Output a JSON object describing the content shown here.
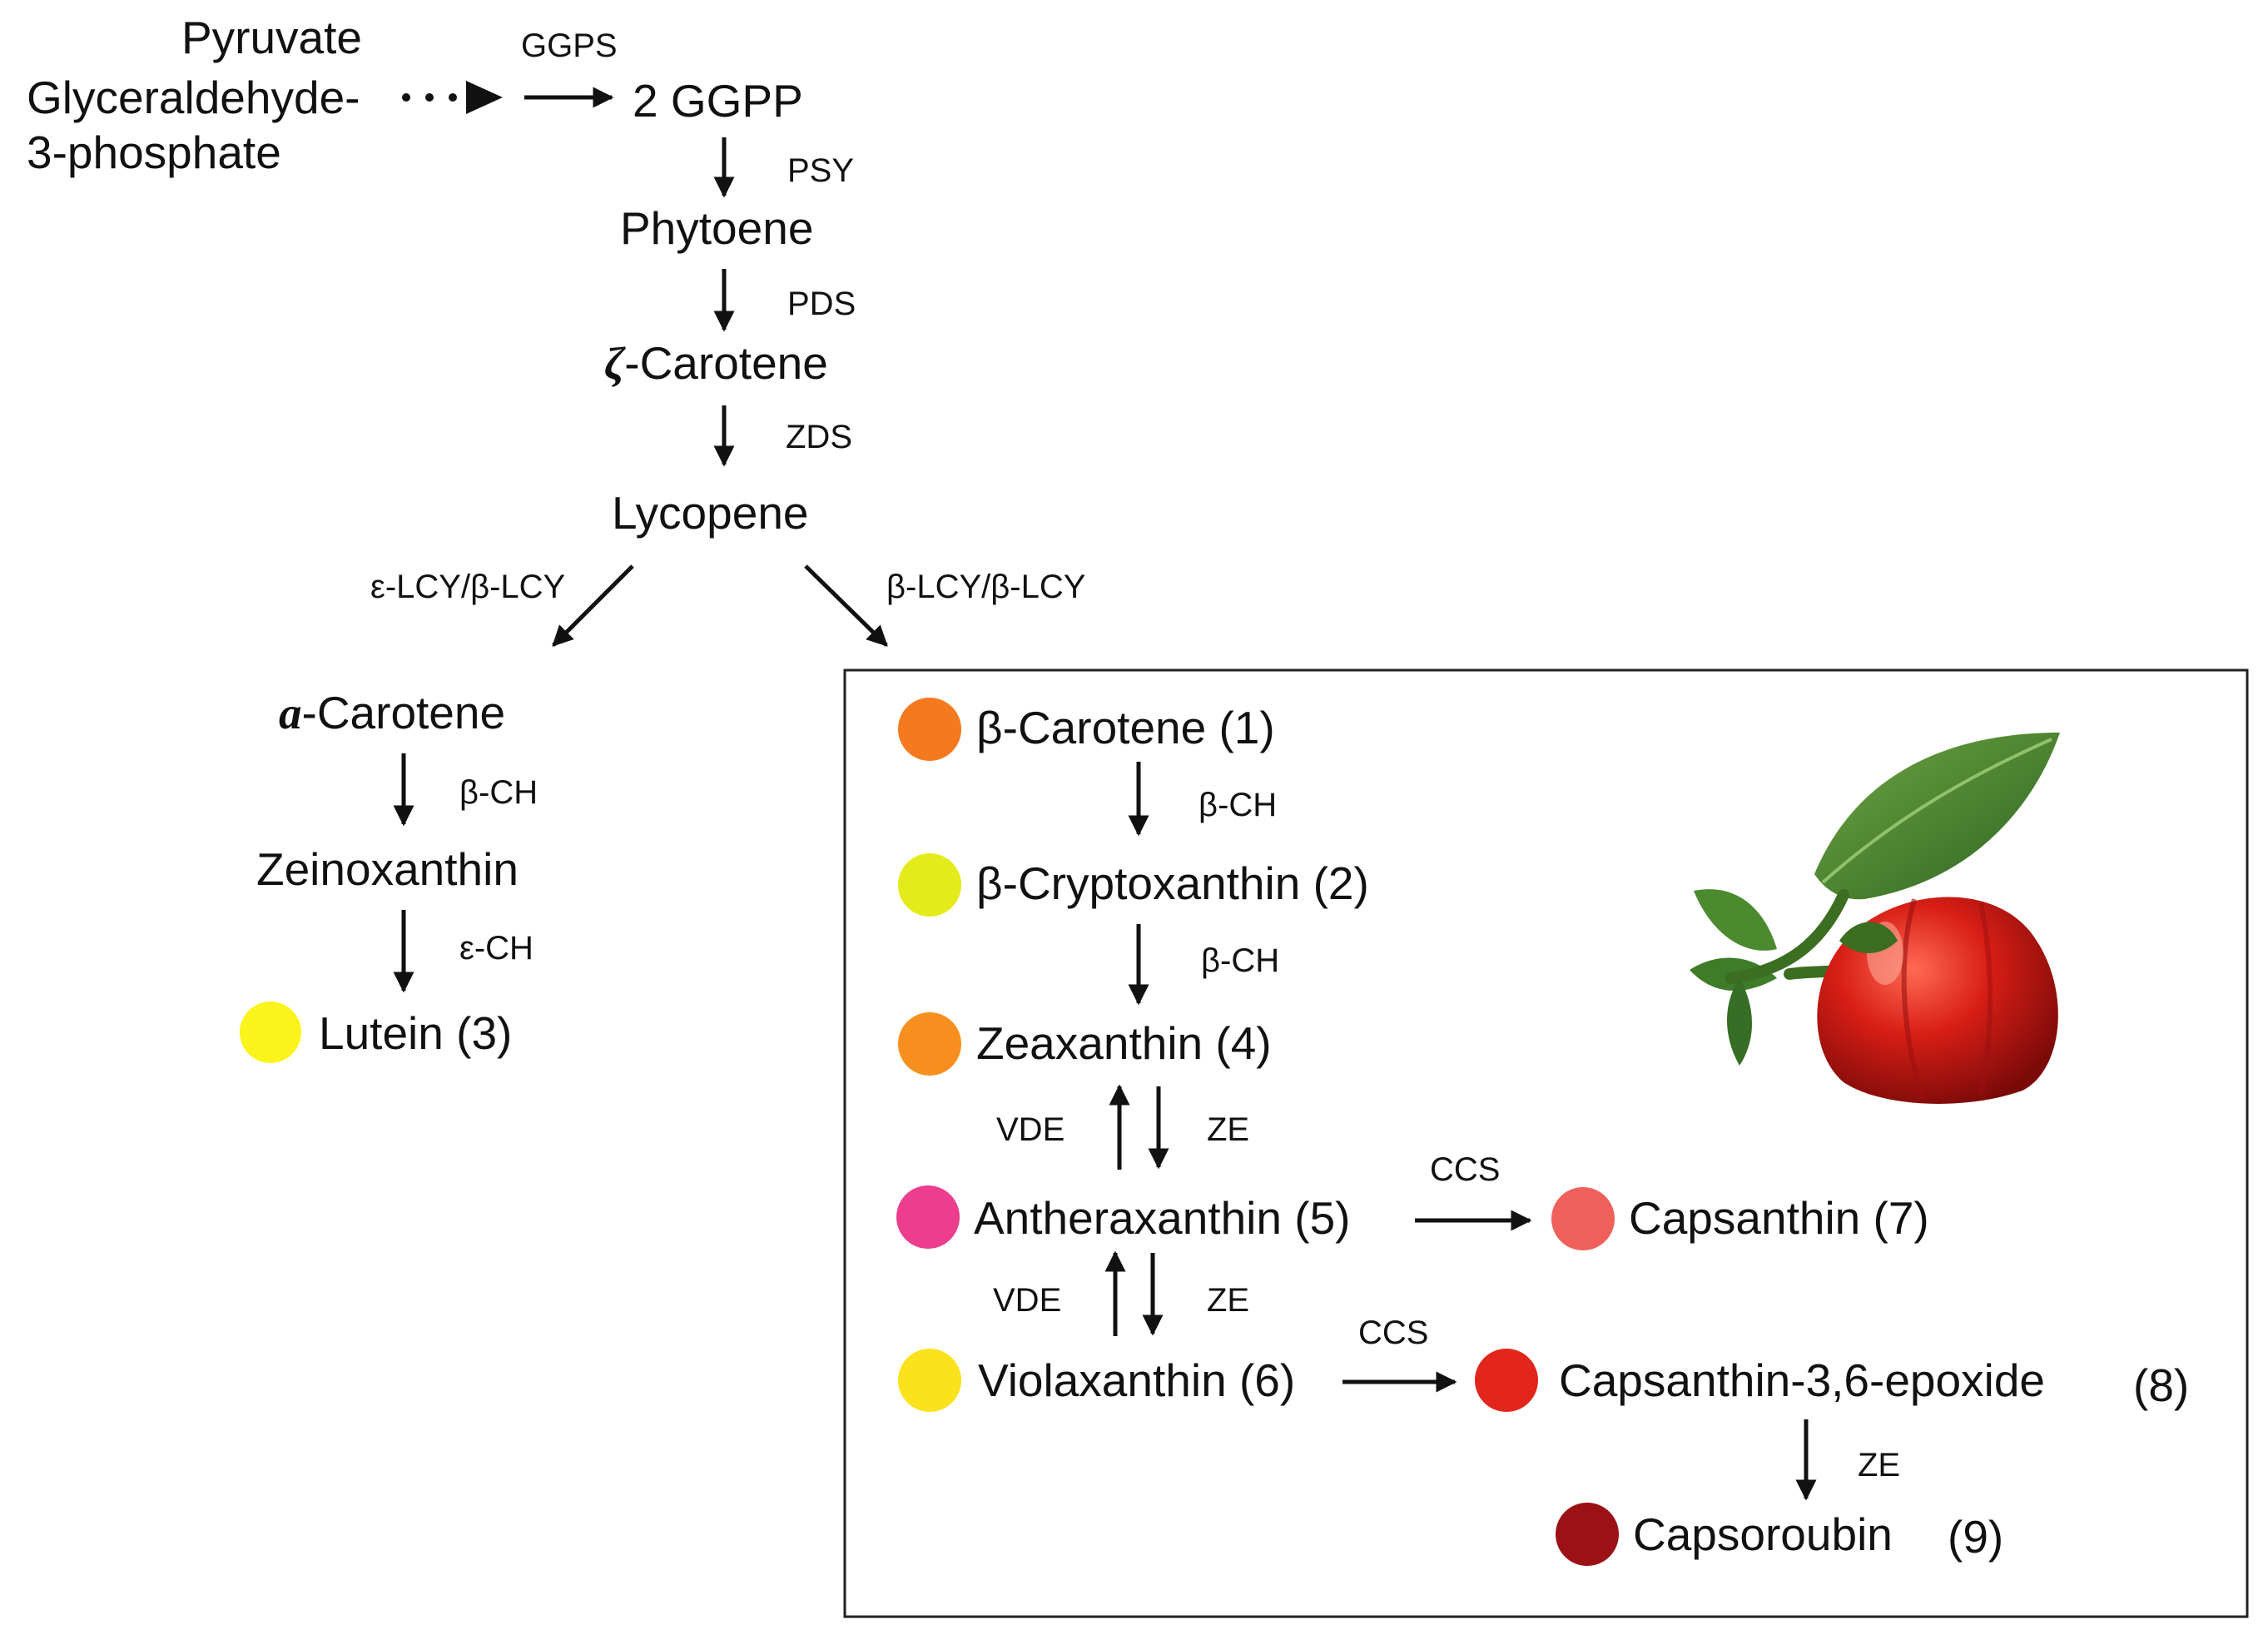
{
  "start": {
    "line1": "Pyruvate",
    "line2": "Glyceraldehyde-",
    "line3": "3-phosphate"
  },
  "metabolites": {
    "ggpp": "2 GGPP",
    "phytoene": "Phytoene",
    "zeta_carotene_prefix": "ζ",
    "zeta_carotene_rest": "-Carotene",
    "lycopene": "Lycopene",
    "alpha_carotene_prefix": "a",
    "alpha_carotene_rest": "-Carotene",
    "zeinoxanthin": "Zeinoxanthin",
    "lutein": "Lutein (3)",
    "beta_carotene": "β-Carotene (1)",
    "beta_cryptoxanthin": "β-Cryptoxanthin (2)",
    "zeaxanthin": "Zeaxanthin (4)",
    "antheraxanthin": "Antheraxanthin (5)",
    "capsanthin": "Capsanthin (7)",
    "violaxanthin": "Violaxanthin (6)",
    "capsanthin_epoxide": "Capsanthin-3,6-epoxide",
    "capsanthin_epoxide_num": "(8)",
    "capsorubin": "Capsoroubin",
    "capsorubin_num": "(9)"
  },
  "enzymes": {
    "ggps": "GGPS",
    "psy": "PSY",
    "pds": "PDS",
    "zds": "ZDS",
    "e_lcy": "ε-LCY/β-LCY",
    "b_lcy": "β-LCY/β-LCY",
    "bch_left": "β-CH",
    "ech_left": "ε-CH",
    "bch_1": "β-CH",
    "bch_2": "β-CH",
    "vde_1": "VDE",
    "ze_1": "ZE",
    "vde_2": "VDE",
    "ze_2": "ZE",
    "ccs_1": "CCS",
    "ccs_2": "CCS",
    "ze_3": "ZE"
  },
  "colors": {
    "beta_carotene": "#F57A1F",
    "beta_cryptoxanthin": "#E3EC1A",
    "zeaxanthin": "#F78F1E",
    "antheraxanthin": "#EC3D8E",
    "violaxanthin": "#FAE31C",
    "lutein": "#FBF41C",
    "capsanthin": "#F0605A",
    "capsanthin_epoxide": "#E3261B",
    "capsorubin": "#9B1115",
    "arrow": "#111111",
    "box_border": "#222222",
    "pepper_red": "#D81E16",
    "leaf_green": "#3E7C2A"
  },
  "icons": {
    "pepper": "red-bell-pepper-with-leaves"
  }
}
